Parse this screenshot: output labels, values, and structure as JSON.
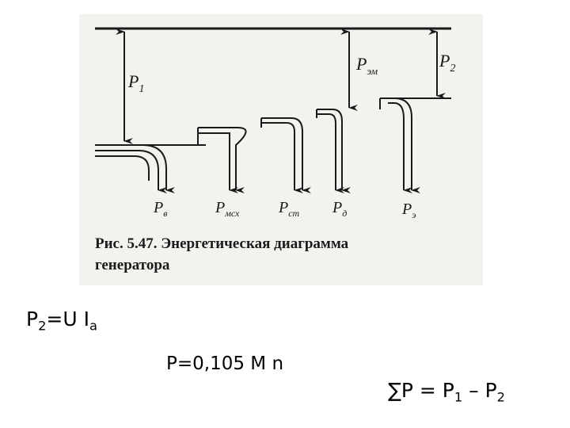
{
  "diagram": {
    "labels": {
      "p1": "P",
      "p1_sub": "1",
      "pem": "P",
      "pem_sub": "эм",
      "p2": "P",
      "p2_sub": "2",
      "pv": "P",
      "pv_sub": "в",
      "pmsx": "P",
      "pmsx_sub": "мсх",
      "pst": "P",
      "pst_sub": "ст",
      "pd": "P",
      "pd_sub": "д",
      "pe": "P",
      "pe_sub": "э"
    },
    "caption_line1": "Рис. 5.47. Энергетическая диаграмма",
    "caption_line2": "генератора"
  },
  "formulas": {
    "f1_main": "P",
    "f1_sub1": "2",
    "f1_mid": "=U I",
    "f1_sub2": "a",
    "f2": "P=0,105 M n",
    "f3_a": "∑P = P",
    "f3_sub1": "1",
    "f3_b": " – P",
    "f3_sub2": "2"
  },
  "colors": {
    "scan_background": "#f4f2ee",
    "ink": "#1a1a1a"
  }
}
